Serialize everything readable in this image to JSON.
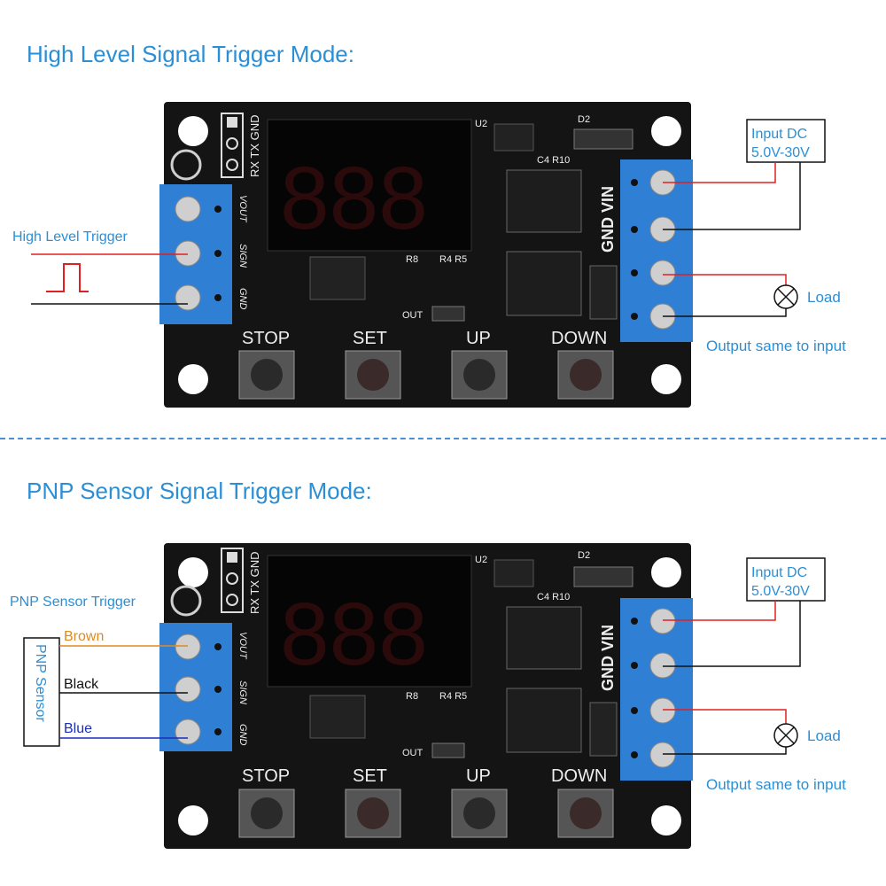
{
  "section1": {
    "title": "High Level Signal Trigger Mode:",
    "trigger_label": "High Level Trigger",
    "input_label_1": "Input DC",
    "input_label_2": "5.0V-30V",
    "load_label": "Load",
    "output_note": "Output same to input"
  },
  "section2": {
    "title": "PNP Sensor Signal Trigger Mode:",
    "trigger_label": "PNP Sensor Trigger",
    "sensor_label": "PNP Sensor",
    "wire_brown": "Brown",
    "wire_black": "Black",
    "wire_blue": "Blue",
    "input_label_1": "Input DC",
    "input_label_2": "5.0V-30V",
    "load_label": "Load",
    "output_note": "Output same to input"
  },
  "board": {
    "stop": "STOP",
    "set": "SET",
    "up": "UP",
    "down": "DOWN",
    "out": "OUT",
    "gnd_vin": "GND VIN",
    "rx_tx_gnd": "RX TX GND",
    "vout": "VOUT",
    "sign": "SIGN",
    "gnd": "GND",
    "u2": "U2",
    "d2": "D2",
    "c4r10": "C4 R10",
    "r8": "R8",
    "r4r5": "R4 R5"
  },
  "colors": {
    "title": "#2b8fd6",
    "board": "#141414",
    "terminal": "#2f7fd4",
    "wire_red": "#e02020",
    "wire_black": "#111111",
    "wire_brown": "#e08a1e",
    "wire_blue": "#1a2fb8",
    "separator": "#4a90d9"
  }
}
